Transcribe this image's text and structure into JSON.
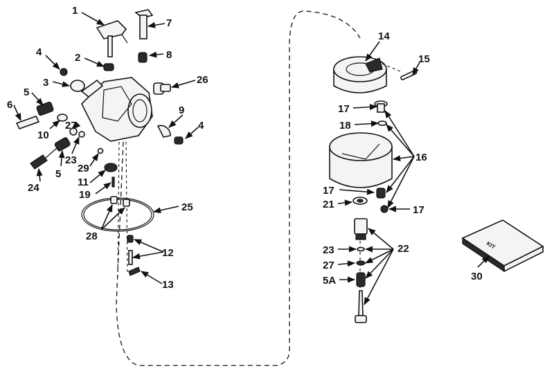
{
  "callouts": [
    {
      "id": "c1",
      "text": "1"
    },
    {
      "id": "c2",
      "text": "2"
    },
    {
      "id": "c3",
      "text": "3"
    },
    {
      "id": "c4a",
      "text": "4"
    },
    {
      "id": "c4b",
      "text": "4"
    },
    {
      "id": "c5a",
      "text": "5"
    },
    {
      "id": "c5b",
      "text": "5"
    },
    {
      "id": "c5A",
      "text": "5A"
    },
    {
      "id": "c6",
      "text": "6"
    },
    {
      "id": "c7",
      "text": "7"
    },
    {
      "id": "c8",
      "text": "8"
    },
    {
      "id": "c9",
      "text": "9"
    },
    {
      "id": "c10",
      "text": "10"
    },
    {
      "id": "c11",
      "text": "11"
    },
    {
      "id": "c12",
      "text": "12"
    },
    {
      "id": "c13",
      "text": "13"
    },
    {
      "id": "c14",
      "text": "14"
    },
    {
      "id": "c15",
      "text": "15"
    },
    {
      "id": "c16",
      "text": "16"
    },
    {
      "id": "c17a",
      "text": "17"
    },
    {
      "id": "c17b",
      "text": "17"
    },
    {
      "id": "c17c",
      "text": "17"
    },
    {
      "id": "c18",
      "text": "18"
    },
    {
      "id": "c19",
      "text": "19"
    },
    {
      "id": "c21",
      "text": "21"
    },
    {
      "id": "c22",
      "text": "22"
    },
    {
      "id": "c23a",
      "text": "23"
    },
    {
      "id": "c23b",
      "text": "23"
    },
    {
      "id": "c24",
      "text": "24"
    },
    {
      "id": "c25",
      "text": "25"
    },
    {
      "id": "c26",
      "text": "26"
    },
    {
      "id": "c27a",
      "text": "27"
    },
    {
      "id": "c27b",
      "text": "27"
    },
    {
      "id": "c28",
      "text": "28"
    },
    {
      "id": "c29",
      "text": "29"
    },
    {
      "id": "c30",
      "text": "30"
    }
  ],
  "kit_label": "KIT"
}
